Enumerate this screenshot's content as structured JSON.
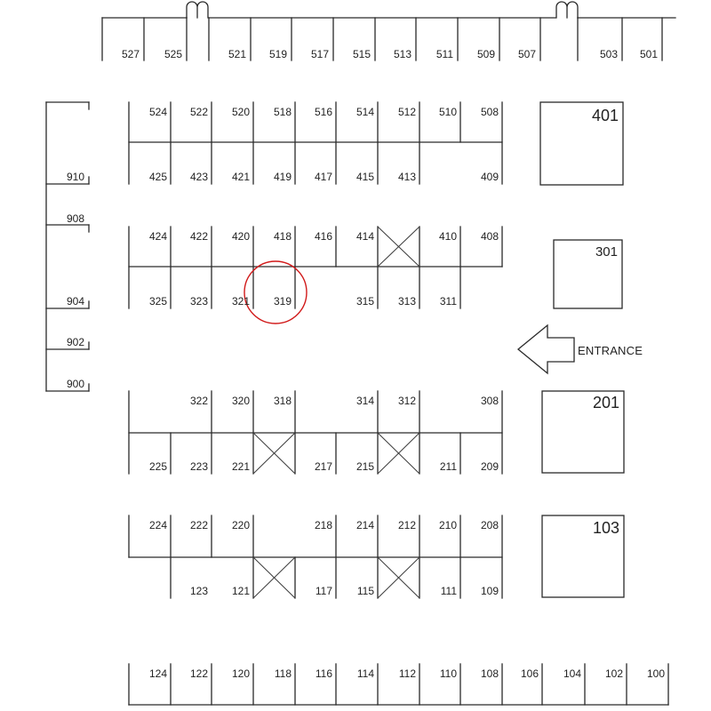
{
  "top_row": [
    "527",
    "525",
    "521",
    "519",
    "517",
    "515",
    "513",
    "511",
    "509",
    "507",
    "503",
    "501"
  ],
  "wall_left": [
    "910",
    "908",
    "904",
    "902",
    "900"
  ],
  "row_500_top": [
    "524",
    "522",
    "520",
    "518",
    "516",
    "514",
    "512",
    "510",
    "508"
  ],
  "row_400_bottom": [
    "425",
    "423",
    "421",
    "419",
    "417",
    "415",
    "413",
    "409"
  ],
  "row_400_top": [
    "424",
    "422",
    "420",
    "418",
    "416",
    "414",
    "410",
    "408"
  ],
  "row_300_bottom": [
    "325",
    "323",
    "321",
    "319",
    "315",
    "313",
    "311"
  ],
  "row_300_top": [
    "322",
    "320",
    "318",
    "314",
    "312",
    "308"
  ],
  "row_200_bottom": [
    "225",
    "223",
    "221",
    "217",
    "215",
    "211",
    "209"
  ],
  "row_200_top": [
    "224",
    "222",
    "220",
    "218",
    "214",
    "212",
    "210",
    "208"
  ],
  "row_100_bottom": [
    "123",
    "121",
    "117",
    "115",
    "111",
    "109"
  ],
  "bottom_row": [
    "124",
    "122",
    "120",
    "118",
    "116",
    "114",
    "112",
    "110",
    "108",
    "106",
    "104",
    "102",
    "100"
  ],
  "islands": {
    "b401": "401",
    "b301": "301",
    "b201": "201",
    "b103": "103"
  },
  "entrance_label": "ENTRANCE",
  "highlight": {
    "booth": "319",
    "color": "#d11a1a"
  }
}
